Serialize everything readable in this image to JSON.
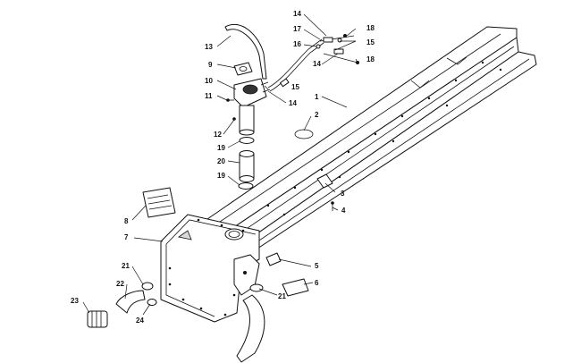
{
  "callouts": {
    "c1": "1",
    "c2": "2",
    "c3": "3",
    "c4": "4",
    "c5": "5",
    "c6": "6",
    "c7": "7",
    "c8": "8",
    "c9": "9",
    "c10": "10",
    "c11": "11",
    "c12": "12",
    "c13": "13",
    "c14a": "14",
    "c14b": "14",
    "c14c": "14",
    "c15a": "15",
    "c15b": "15",
    "c16": "16",
    "c17": "17",
    "c18a": "18",
    "c18b": "18",
    "c19a": "19",
    "c19b": "19",
    "c20": "20",
    "c21a": "21",
    "c21b": "21",
    "c22": "22",
    "c23": "23",
    "c24": "24"
  }
}
